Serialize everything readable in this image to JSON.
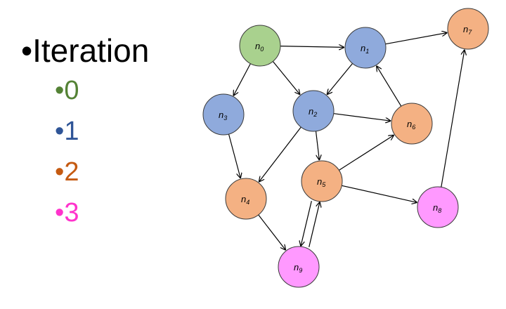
{
  "legend": {
    "bullet": "•",
    "title": "Iteration",
    "items": [
      {
        "label": "0",
        "color": "#548235"
      },
      {
        "label": "1",
        "color": "#2F5597"
      },
      {
        "label": "2",
        "color": "#C55A11"
      },
      {
        "label": "3",
        "color": "#FF33CC"
      }
    ]
  },
  "graph": {
    "iteration_colors": {
      "0": "#A9D18E",
      "1": "#8FAADC",
      "2": "#F4B183",
      "3": "#FF99FF"
    },
    "nodes": [
      {
        "id": "n0",
        "base": "n",
        "sub": "0",
        "iteration": 0
      },
      {
        "id": "n1",
        "base": "n",
        "sub": "1",
        "iteration": 1
      },
      {
        "id": "n2",
        "base": "n",
        "sub": "2",
        "iteration": 1
      },
      {
        "id": "n3",
        "base": "n",
        "sub": "3",
        "iteration": 1
      },
      {
        "id": "n4",
        "base": "n",
        "sub": "4",
        "iteration": 2
      },
      {
        "id": "n5",
        "base": "n",
        "sub": "5",
        "iteration": 2
      },
      {
        "id": "n6",
        "base": "n",
        "sub": "6",
        "iteration": 2
      },
      {
        "id": "n7",
        "base": "n",
        "sub": "7",
        "iteration": 2
      },
      {
        "id": "n8",
        "base": "n",
        "sub": "8",
        "iteration": 3
      },
      {
        "id": "n9",
        "base": "n",
        "sub": "9",
        "iteration": 3
      }
    ],
    "edges": [
      {
        "from": "n0",
        "to": "n1"
      },
      {
        "from": "n0",
        "to": "n3"
      },
      {
        "from": "n0",
        "to": "n2"
      },
      {
        "from": "n1",
        "to": "n7"
      },
      {
        "from": "n1",
        "to": "n2"
      },
      {
        "from": "n2",
        "to": "n6"
      },
      {
        "from": "n2",
        "to": "n5"
      },
      {
        "from": "n2",
        "to": "n4"
      },
      {
        "from": "n3",
        "to": "n4"
      },
      {
        "from": "n4",
        "to": "n9"
      },
      {
        "from": "n5",
        "to": "n6"
      },
      {
        "from": "n5",
        "to": "n8"
      },
      {
        "from": "n5",
        "to": "n9"
      },
      {
        "from": "n9",
        "to": "n5"
      },
      {
        "from": "n6",
        "to": "n1"
      },
      {
        "from": "n8",
        "to": "n7"
      }
    ]
  }
}
